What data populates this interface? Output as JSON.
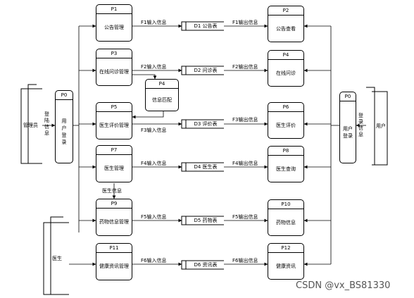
{
  "processes": {
    "p1": {
      "id": "P1",
      "name": "公告管理"
    },
    "p2": {
      "id": "P2",
      "name": "公告查看"
    },
    "p3": {
      "id": "P3",
      "name": "在线问诊管理"
    },
    "p4": {
      "id": "P4",
      "name": "在线问诊"
    },
    "p4m": {
      "id": "P4",
      "name": "信息匹配"
    },
    "p5": {
      "id": "P5",
      "name": "医生评价管理"
    },
    "p6": {
      "id": "P6",
      "name": "医生评价"
    },
    "p7": {
      "id": "P7",
      "name": "医生管理"
    },
    "p8": {
      "id": "P8",
      "name": "医生查询"
    },
    "p9": {
      "id": "P9",
      "name": "药物信息管理"
    },
    "p10": {
      "id": "P10",
      "name": "药物信息"
    },
    "p11": {
      "id": "P11",
      "name": "健康资讯管理"
    },
    "p12": {
      "id": "P12",
      "name": "健康资讯"
    },
    "p0l": {
      "id": "P0",
      "name": "用户登录"
    },
    "p0r": {
      "id": "P0",
      "name": "用户登录"
    }
  },
  "entities": {
    "admin": "管理员",
    "user": "用户",
    "doctor": "医生"
  },
  "stores": {
    "d1": "D1 公告表",
    "d2": "D2 问诊表",
    "d3": "D3 评价表",
    "d4": "D4 医生表",
    "d5": "D5 药物表",
    "d6": "D6 资讯表"
  },
  "flows": {
    "f1_in": "F1输入信息",
    "f1_out": "F1输出信息",
    "f2_in": "F2输入信息",
    "f2_out": "F2输出信息",
    "f3_in": "F3输入信息",
    "f3_out": "F3输出信息",
    "f4_in": "F4输入信息",
    "f4_out": "F4输出信息",
    "f5_in": "F5输入信息",
    "f5_out": "F5输出信息",
    "f6_in": "F6输入信息",
    "f6_out": "F6输出信息",
    "login_left": "登陆信息",
    "login_right": "登录信息",
    "doctor_info": "医生信息"
  },
  "watermark": "CSDN @vx_BS81330"
}
